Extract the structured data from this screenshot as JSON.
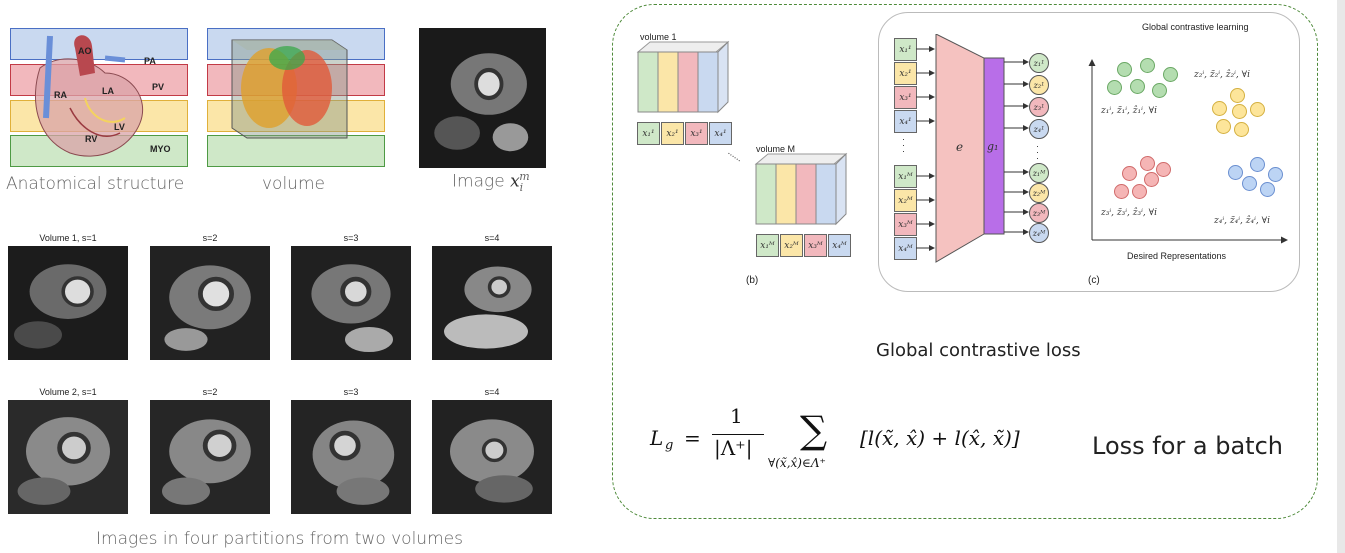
{
  "left": {
    "anatomy_labels": [
      "AO",
      "PA",
      "PV",
      "RA",
      "LA",
      "LV",
      "RV",
      "MYO"
    ],
    "caption_anatomy": "Anatomical structure",
    "caption_volume": "volume",
    "caption_image_prefix": "Image ",
    "caption_image_math": "x",
    "caption_image_sub": "i",
    "caption_image_sup": "m",
    "row1_labels": [
      "Volume 1, s=1",
      "s=2",
      "s=3",
      "s=4"
    ],
    "row2_labels": [
      "Volume 2, s=1",
      "s=2",
      "s=3",
      "s=4"
    ],
    "caption_bottom": "Images in four partitions from two volumes"
  },
  "right": {
    "volume1_label": "volume 1",
    "volumeM_label": "volume M",
    "ellipsis": "......",
    "panel_b_label": "(b)",
    "panel_c_label": "(c)",
    "vol1_slices": [
      "x₁¹",
      "x₂¹",
      "x₃¹",
      "x₄¹"
    ],
    "volM_slices": [
      "x₁ᴹ",
      "x₂ᴹ",
      "x₃ᴹ",
      "x₄ᴹ"
    ],
    "encoder_label": "e",
    "projector_label": "g₁",
    "inputs_top": [
      "x₁¹",
      "x₂¹",
      "x₃¹",
      "x₄¹"
    ],
    "inputs_bottom": [
      "x₁ᴹ",
      "x₂ᴹ",
      "x₃ᴹ",
      "x₄ᴹ"
    ],
    "outputs_top": [
      "z₁¹",
      "z₂¹",
      "z₃¹",
      "z₄¹"
    ],
    "outputs_bottom": [
      "z₁ᴹ",
      "z₂ᴹ",
      "z₃ᴹ",
      "z₄ᴹ"
    ],
    "gcl_title": "Global contrastive learning",
    "cluster_labels": [
      "z₁ⁱ, z̃₁ⁱ, ẑ₁ⁱ, ∀i",
      "z₂ⁱ, z̃₂ⁱ, ẑ₂ⁱ, ∀i",
      "z₃ⁱ, z̃₃ⁱ, ẑ₃ⁱ, ∀i",
      "z₄ⁱ, z̃₄ⁱ, ẑ₄ⁱ, ∀i"
    ],
    "desired_label": "Desired Representations",
    "loss_title": "Global contrastive  loss",
    "formula_lhs": "L",
    "formula_lhs_sub": "g",
    "formula_eq": "=",
    "formula_num": "1",
    "formula_den": "|Λ⁺|",
    "formula_sum": "∑",
    "formula_sum_sub": "∀(x̃,x̂)∈Λ⁺",
    "formula_body": "[l(x̃, x̂) + l(x̂, x̃)]",
    "loss_batch": "Loss for a batch"
  },
  "colors": {
    "band_blue": "#c9d9f0",
    "band_red": "#f2b8bd",
    "band_yellow": "#fbe6a8",
    "band_green": "#cfe8c8",
    "dash_green": "#4e8a3a",
    "encoder_pink": "#f5c2c0",
    "projector_purple": "#b86ee8",
    "dot_green": "#b4ddb0",
    "dot_yellow": "#fde59a",
    "dot_red": "#f5b5b5",
    "dot_blue": "#bcd4f4"
  }
}
